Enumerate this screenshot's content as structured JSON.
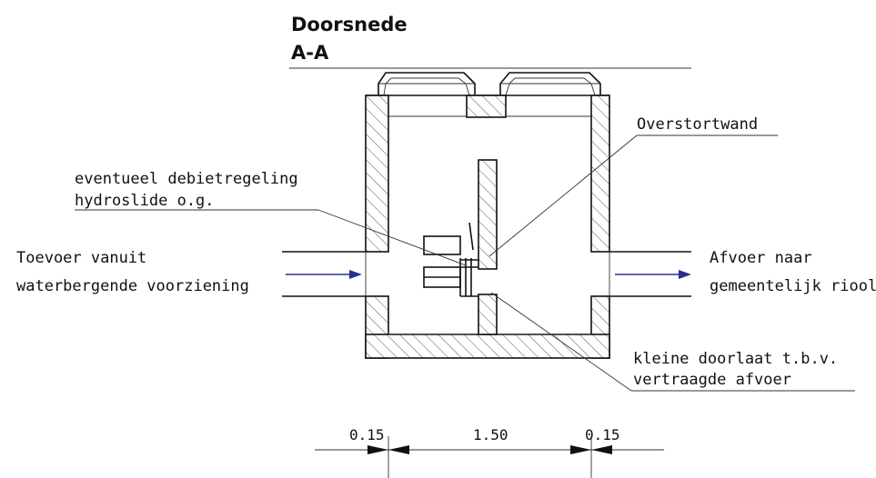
{
  "title": {
    "line1": "Doorsnede",
    "line2": "A-A"
  },
  "labels": {
    "overstortwand": "Overstortwand",
    "regeling_line1": "eventueel debietregeling",
    "regeling_line2": "hydroslide o.g.",
    "toevoer_line1": "Toevoer vanuit",
    "toevoer_line2": "waterbergende voorziening",
    "afvoer_line1": "Afvoer naar",
    "afvoer_line2": "gemeentelijk riool",
    "doorlaat_line1": "kleine doorlaat t.b.v.",
    "doorlaat_line2": "vertraagde afvoer"
  },
  "dimensions": {
    "wall_left": "0.15",
    "inner_width": "1.50",
    "wall_right": "0.15"
  },
  "colors": {
    "line": "#111111",
    "flow_arrow": "#2a2f8f",
    "background": "#ffffff"
  }
}
